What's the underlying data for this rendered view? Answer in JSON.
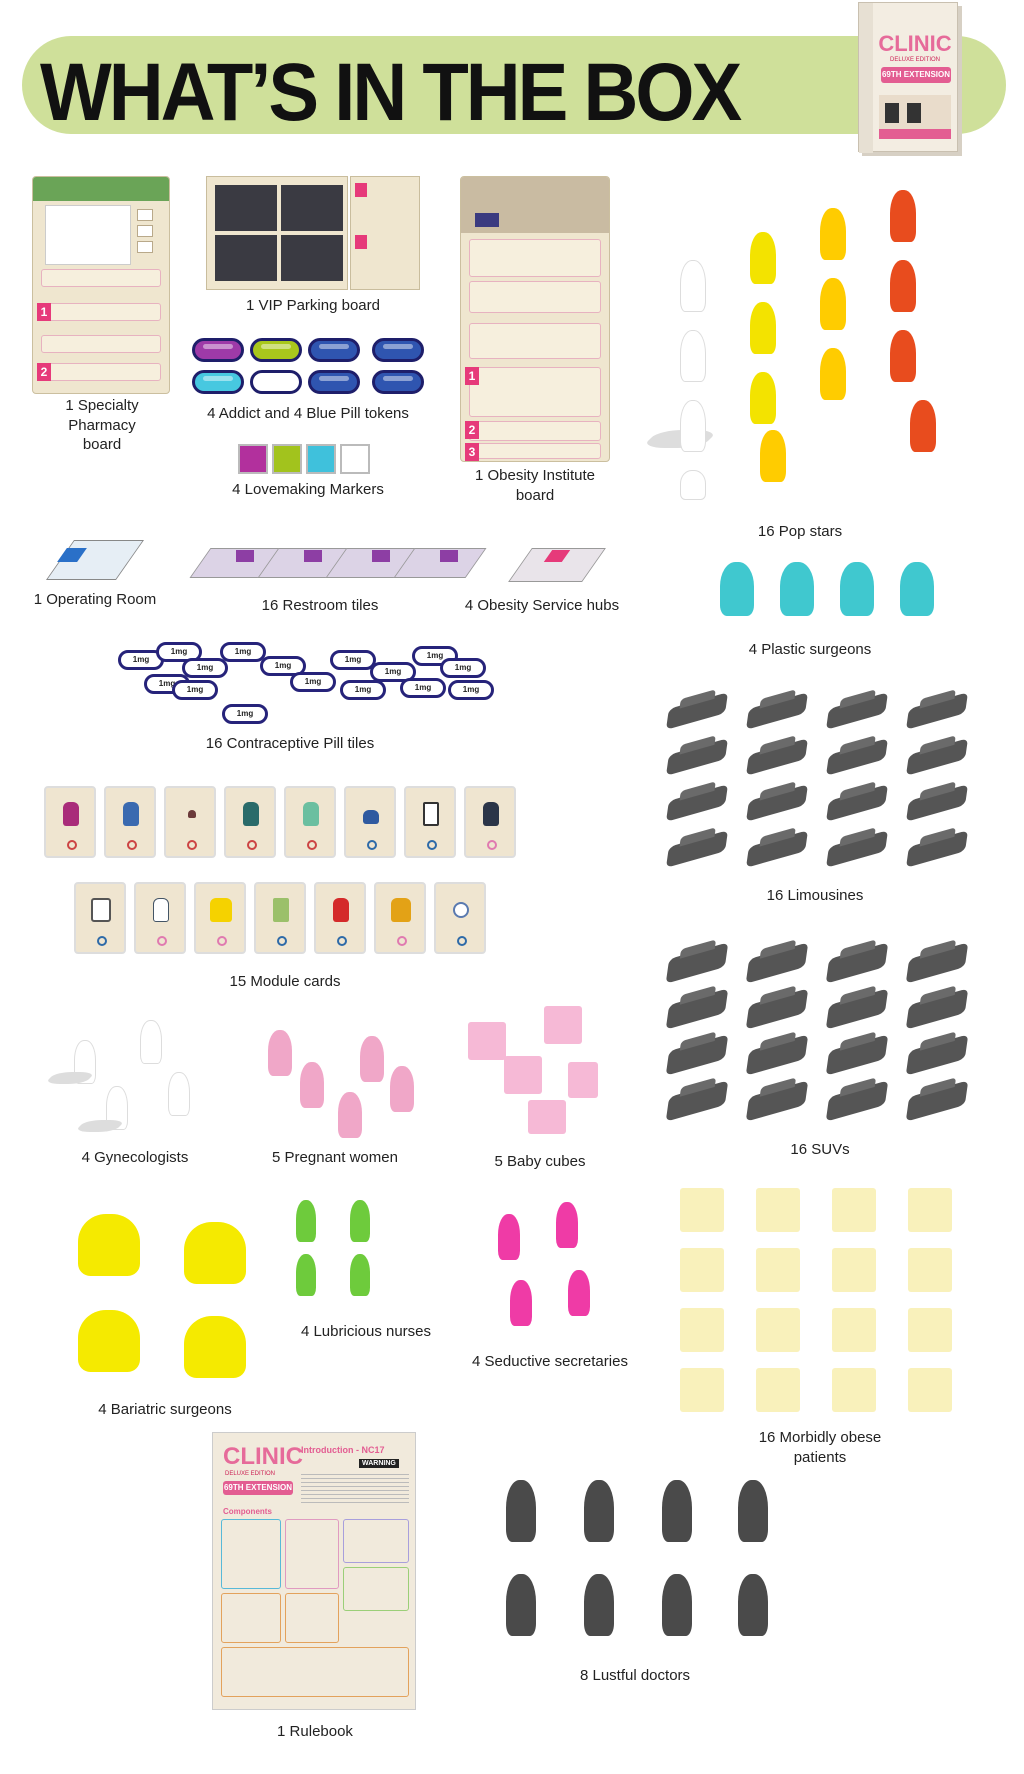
{
  "header": {
    "title": "WHAT’S IN THE BOX"
  },
  "box": {
    "brand": "CLINIC",
    "edition": "DELUXE EDITION",
    "extension": "69TH EXTENSION"
  },
  "rulebook": {
    "brand": "CLINIC",
    "edition": "DELUXE EDITION",
    "extension": "69TH EXTENSION",
    "intro": "Introduction - NC17",
    "warning": "WARNING",
    "components": "Components"
  },
  "pill_label": "1mg",
  "colors": {
    "banner": "#cfe09a",
    "accent_pink": "#e63a7a",
    "pill_blue": "#26237a"
  },
  "items": [
    {
      "id": "specialty-pharmacy",
      "label": "1 Specialty\nPharmacy\nboard"
    },
    {
      "id": "vip-parking",
      "label": "1 VIP Parking board"
    },
    {
      "id": "addict-blue-pill",
      "label": "4 Addict and 4 Blue Pill tokens"
    },
    {
      "id": "lovemaking-markers",
      "label": "4 Lovemaking Markers"
    },
    {
      "id": "obesity-institute",
      "label": "1 Obesity Institute\nboard"
    },
    {
      "id": "pop-stars",
      "label": "16 Pop stars"
    },
    {
      "id": "operating-room",
      "label": "1 Operating Room"
    },
    {
      "id": "restroom-tiles",
      "label": "16 Restroom tiles"
    },
    {
      "id": "obesity-service-hubs",
      "label": "4 Obesity Service hubs"
    },
    {
      "id": "plastic-surgeons",
      "label": "4 Plastic surgeons"
    },
    {
      "id": "contraceptive-pill-tiles",
      "label": "16 Contraceptive Pill tiles"
    },
    {
      "id": "limousines",
      "label": "16 Limousines"
    },
    {
      "id": "module-cards",
      "label": "15 Module cards"
    },
    {
      "id": "suvs",
      "label": "16 SUVs"
    },
    {
      "id": "gynecologists",
      "label": "4 Gynecologists"
    },
    {
      "id": "pregnant-women",
      "label": "5 Pregnant women"
    },
    {
      "id": "baby-cubes",
      "label": "5 Baby cubes"
    },
    {
      "id": "bariatric-surgeons",
      "label": "4 Bariatric surgeons"
    },
    {
      "id": "lubricious-nurses",
      "label": "4 Lubricious nurses"
    },
    {
      "id": "seductive-secretaries",
      "label": "4 Seductive secretaries"
    },
    {
      "id": "morbidly-obese-patients",
      "label": "16 Morbidly obese\npatients"
    },
    {
      "id": "rulebook",
      "label": "1 Rulebook"
    },
    {
      "id": "lustful-doctors",
      "label": "8 Lustful doctors"
    }
  ]
}
